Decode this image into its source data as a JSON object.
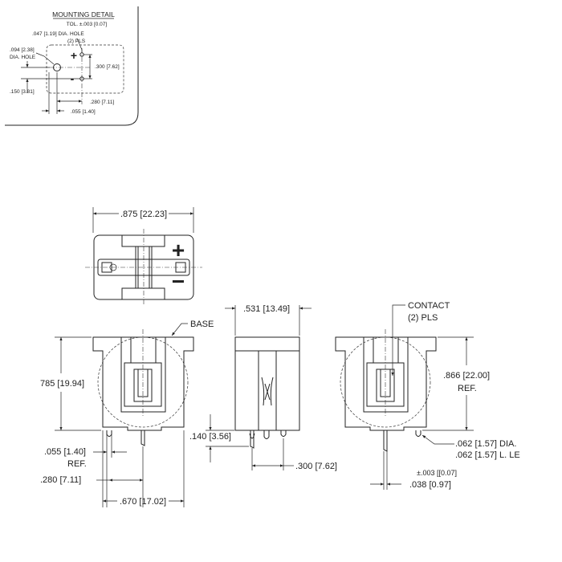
{
  "mounting_detail": {
    "title": "MOUNTING DETAIL",
    "tolerance": "TOL. ±.003 [0.07]",
    "small_hole_line1": ".047 [1.19] DIA. HOLE",
    "small_hole_line2": "(2) PLS",
    "big_hole_line1": ".094 [2.38]",
    "big_hole_line2": "DIA. HOLE",
    "plus_symbol": "+",
    "minus_symbol": "-",
    "dim_vertical_pitch": ".300 [7.62]",
    "dim_offset_y": ".150 [3.81]",
    "dim_offset_x": ".280 [7.11]",
    "dim_small_x": ".055 [1.40]"
  },
  "top_view": {
    "dim_width": ".875 [22.23]",
    "plus_symbol": "+",
    "minus_symbol": "−"
  },
  "front_view": {
    "base_label": "BASE",
    "dim_height": "785 [19.94]",
    "dim_pin_offset_line1": ".055 [1.40]",
    "dim_pin_offset_line2": "REF.",
    "dim_pin_spacing": ".280 [7.11]",
    "dim_body_width": ".670 [17.02]"
  },
  "side_view": {
    "dim_depth": ".531 [13.49]",
    "dim_pin_length": ".140 [3.56]",
    "dim_pin_pitch": ".300 [7.62]"
  },
  "right_view": {
    "contact_line1": "CONTACT",
    "contact_line2": "(2) PLS",
    "dim_height_line1": ".866 [22.00]",
    "dim_height_line2": "REF.",
    "pin_dia_line1": ".062 [1.57] DIA.",
    "pin_dia_line2": ".062 [1.57] L. LE",
    "tolerance": "±.003 [[0.07]",
    "dim_pin_thickness": ".038 [0.97]"
  }
}
